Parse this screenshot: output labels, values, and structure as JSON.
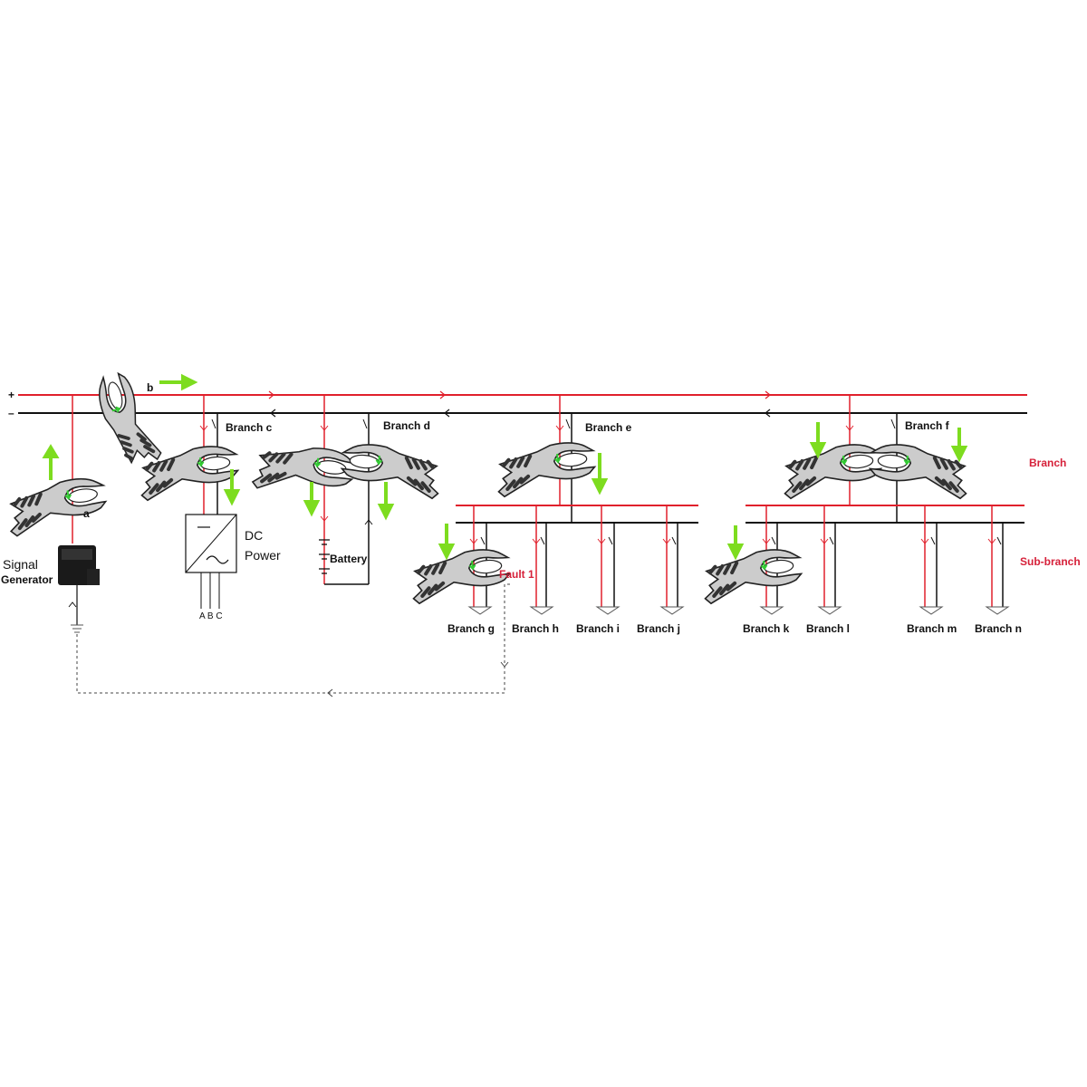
{
  "rails": {
    "positive": "+",
    "negative": "–"
  },
  "clamps": {
    "a": "a",
    "b": "b"
  },
  "source": {
    "signal_line1": "Signal",
    "signal_line2": "Generator"
  },
  "branches": {
    "c": "Branch c",
    "d": "Branch d",
    "e": "Branch e",
    "f": "Branch f",
    "g": "Branch g",
    "h": "Branch h",
    "i": "Branch i",
    "j": "Branch j",
    "k": "Branch k",
    "l": "Branch l",
    "m": "Branch m",
    "n": "Branch n"
  },
  "equipment": {
    "dc_power_line1": "DC",
    "dc_power_line2": "Power",
    "phases": "A B C",
    "battery": "Battery"
  },
  "fault": "Fault 1",
  "side_labels": {
    "branch": "Branch",
    "sub_branch": "Sub-branch"
  },
  "colors": {
    "positive": "#e0202c",
    "negative": "#111111",
    "arrow": "#7ddc1f",
    "label_red": "#d6213a",
    "clamp": "#cfcfcf"
  }
}
